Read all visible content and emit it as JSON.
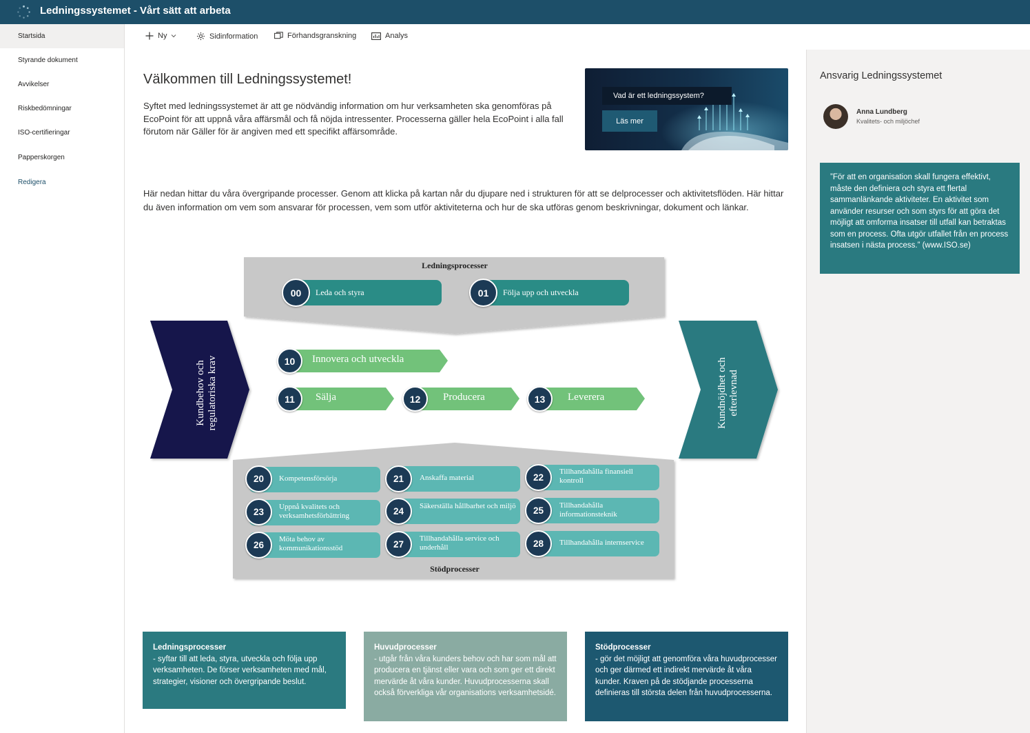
{
  "app": {
    "title": "Ledningssystemet - Vårt sätt att arbeta"
  },
  "nav": {
    "items": [
      {
        "label": "Startsida"
      },
      {
        "label": "Styrande dokument"
      },
      {
        "label": "Avvikelser"
      },
      {
        "label": "Riskbedömningar"
      },
      {
        "label": "ISO-certifieringar"
      },
      {
        "label": "Papperskorgen"
      },
      {
        "label": "Redigera"
      }
    ]
  },
  "command_bar": {
    "new_label": "Ny",
    "page_details_label": "Sidinformation",
    "preview_label": "Förhandsgranskning",
    "analytics_label": "Analys"
  },
  "main": {
    "title": "Välkommen till Ledningssystemet!",
    "intro": "Syftet med ledningssystemet är att ge nödvändig information om hur verksamheten ska genomföras på EcoPoint för att uppnå våra affärsmål och få nöjda intressenter. Processerna gäller hela EcoPoint i alla fall förutom när Gäller för är angiven med ett specifikt affärsområde.",
    "hero": {
      "question": "Vad är ett ledningssystem?",
      "button": "Läs mer"
    },
    "para2": "Här nedan hittar du våra övergripande processer. Genom att klicka på kartan når du djupare ned i strukturen för att se delprocesser och aktivitetsflöden. Här hittar du även information om vem som ansvarar för processen, vem som utför aktiviteterna och hur de ska utföras genom beskrivningar, dokument och länkar."
  },
  "process_map": {
    "management_title": "Ledningsprocesser",
    "support_title": "Stödprocesser",
    "left_arrow_line1": "Kundbehov och",
    "left_arrow_line2": "regulatoriska krav",
    "right_arrow_line1": "Kundnöjdhet och",
    "right_arrow_line2": "efterlevnad",
    "management": [
      {
        "num": "00",
        "label": "Leda och styra"
      },
      {
        "num": "01",
        "label": "Följa upp och utveckla"
      }
    ],
    "core": [
      {
        "num": "10",
        "label": "Innovera och utveckla"
      },
      {
        "num": "11",
        "label": "Sälja"
      },
      {
        "num": "12",
        "label": "Producera"
      },
      {
        "num": "13",
        "label": "Leverera"
      }
    ],
    "support": [
      {
        "num": "20",
        "label": "Kompetensförsörja"
      },
      {
        "num": "21",
        "label": "Anskaffa material"
      },
      {
        "num": "22",
        "label": "Tillhandahålla finansiell kontroll"
      },
      {
        "num": "23",
        "label": "Uppnå kvalitets och verksamhetsförbättring"
      },
      {
        "num": "24",
        "label": "Säkerställa hållbarhet och miljö"
      },
      {
        "num": "25",
        "label": "Tillhandahålla informationsteknik"
      },
      {
        "num": "26",
        "label": "Möta behov av kommunikationsstöd"
      },
      {
        "num": "27",
        "label": "Tillhandahålla service och underhåll"
      },
      {
        "num": "28",
        "label": "Tillhandahålla internservice"
      }
    ]
  },
  "cards": [
    {
      "title": "Ledningsprocesser",
      "text": "- syftar till att leda, styra, utveckla och följa upp verksamheten. De förser verksamheten med mål, strategier, visioner och övergripande beslut.",
      "color": "#2b7a80"
    },
    {
      "title": "Huvudprocesser",
      "text": "- utgår från våra kunders behov och har som mål att producera en tjänst eller vara och som ger ett direkt mervärde åt våra kunder. Huvudprocesserna skall också förverkliga vår organisations verksamhetsidé.",
      "color": "#8aaba2"
    },
    {
      "title": "Stödprocesser",
      "text": "- gör det möjligt att genomföra våra huvudprocesser och ger därmed ett indirekt mervärde åt våra kunder. Kraven på de stödjande processerna definieras till största delen från huvudprocesserna.",
      "color": "#1d5870"
    }
  ],
  "right_pane": {
    "title": "Ansvarig Ledningssystemet",
    "person_name": "Anna Lundberg",
    "person_role": "Kvalitets- och miljöchef",
    "quote": "”För att en organisation skall fungera effektivt, måste den definiera och styra ett flertal sammanlänkande aktiviteter. En aktivitet som använder resurser och som styrs för att göra det möjligt att omforma insatser till utfall kan betraktas som en process. Ofta utgör utfallet från en process insatsen i nästa process.” (www.ISO.se)"
  }
}
